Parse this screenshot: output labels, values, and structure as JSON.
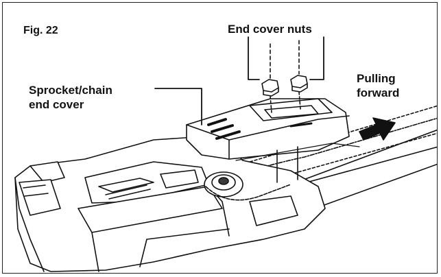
{
  "figure": {
    "label": "Fig. 22"
  },
  "callouts": {
    "nuts": "End cover nuts",
    "sprocket_line1": "Sprocket/chain",
    "sprocket_line2": "end cover",
    "pull_line1": "Pulling",
    "pull_line2": "forward"
  },
  "colors": {
    "ink": "#111111",
    "fill": "#ffffff",
    "shade": "#3a3a3a"
  }
}
